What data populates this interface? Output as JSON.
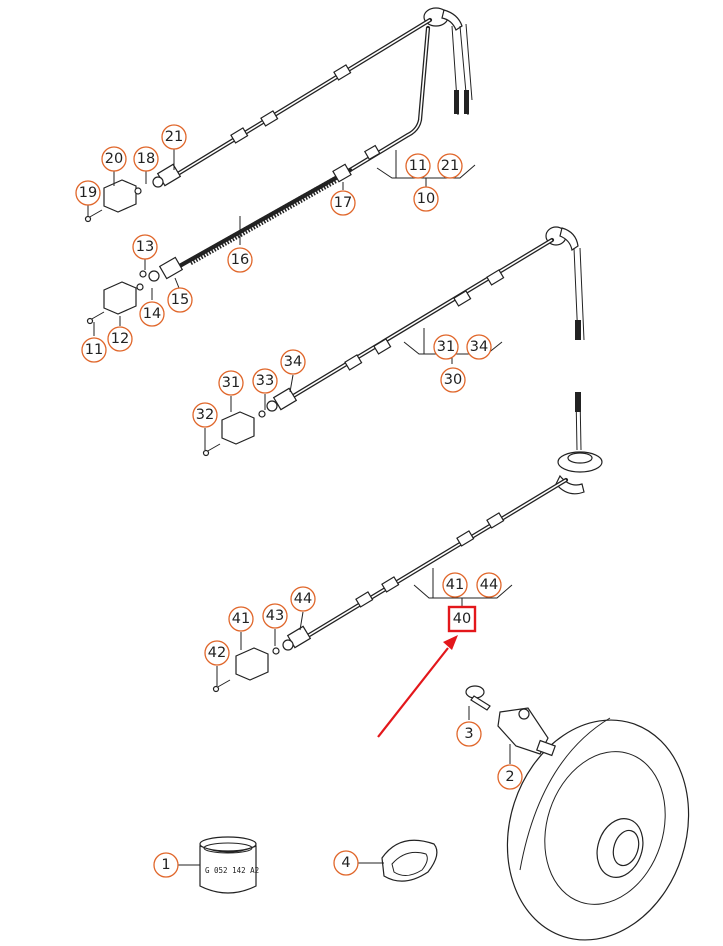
{
  "callouts": {
    "c1": "1",
    "c2": "2",
    "c3": "3",
    "c4": "4",
    "c10": "10",
    "c10_11": "11",
    "c10_21": "21",
    "c11": "11",
    "c12": "12",
    "c13": "13",
    "c14": "14",
    "c15": "15",
    "c16": "16",
    "c17": "17",
    "c18": "18",
    "c19": "19",
    "c20": "20",
    "c21": "21",
    "c30": "30",
    "c30_31": "31",
    "c30_34": "34",
    "c31": "31",
    "c32": "32",
    "c33": "33",
    "c34": "34",
    "c40": "40",
    "c40_41": "41",
    "c40_44": "44",
    "c41": "41",
    "c42": "42",
    "c43": "43",
    "c44": "44"
  },
  "part_label": "G 052 142 A2",
  "highlight": {
    "color": "#e3171b",
    "label": "40"
  },
  "callout_color": "#e0662a"
}
